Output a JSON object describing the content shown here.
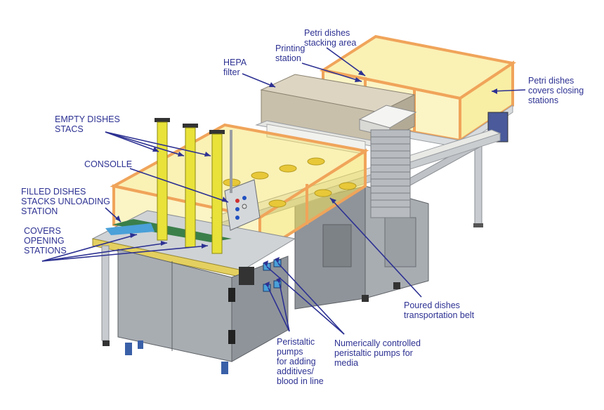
{
  "labels": {
    "petri_stacking": "Petri dishes\nstacking area",
    "printing": "Printing\nstation",
    "hepa": "HEPA\nfilter",
    "covers_closing": "Petri dishes\ncovers closing\nstations",
    "empty_stacks": "EMPTY DISHES\nSTACS",
    "consolle": "CONSOLLE",
    "filled_unloading": "FILLED DISHES\nSTACKS UNLOADING\nSTATION",
    "covers_opening": "COVERS\nOPENING\nSTATIONS",
    "poured_belt": "Poured dishes\ntransportation belt",
    "peristaltic_additives": "Peristaltic\npumps\nfor adding\nadditives/\nblood in line",
    "nc_pumps": "Numerically controlled\nperistaltic pumps for\nmedia"
  },
  "colors": {
    "label_text": "#2d3192",
    "leader_line": "#2d3192",
    "guard_frame": "#f0a45a",
    "guard_glass": "#f3e05a",
    "cabinet": "#9a9ea3",
    "hepa_box": "#c9c0ab",
    "stack_tube": "#e8e23a"
  }
}
